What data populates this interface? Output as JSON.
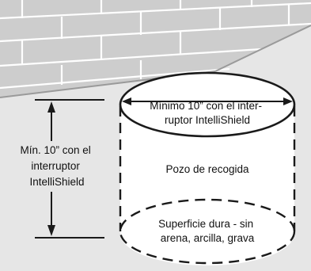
{
  "diagram": {
    "top_label_lines": [
      "Mínimo 10” con el inter-",
      "ruptor IntelliShield"
    ],
    "side_label_lines": [
      "Mín. 10” con el",
      "interruptor",
      "IntelliShield"
    ],
    "pit_label": "Pozo de recogida",
    "bottom_label_lines": [
      "Superficie dura - sin",
      "arena, arcilla, grava"
    ]
  },
  "colors": {
    "wall_fill": "#cfcfcf",
    "mortar": "#ffffff",
    "floor_fill": "#e6e6e6",
    "edge": "#1a1a1a"
  }
}
